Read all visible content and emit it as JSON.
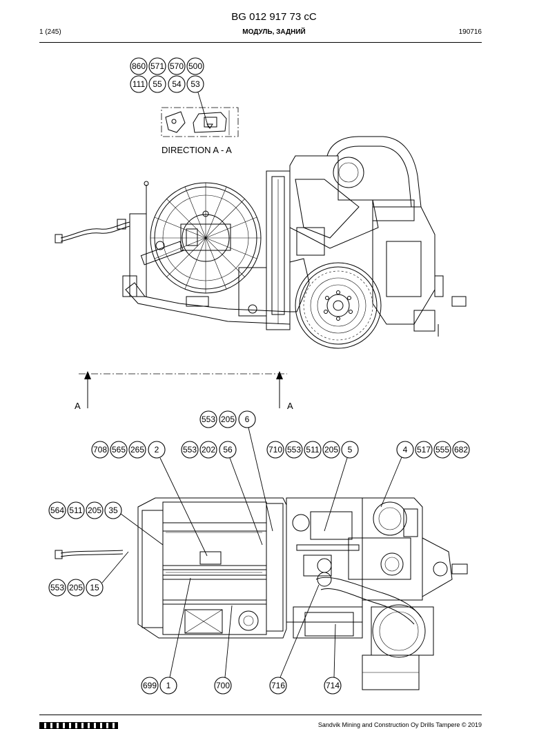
{
  "header": {
    "doc_number": "BG 012 917 73 cC",
    "page": "1 (245)",
    "title": "МОДУЛЬ, ЗАДНИЙ",
    "code": "190716"
  },
  "drawing": {
    "view_label": "DIRECTION A - A",
    "section_left": "A",
    "section_right": "A"
  },
  "callouts": {
    "c860": "860",
    "c571": "571",
    "c570": "570",
    "c500": "500",
    "c111": "111",
    "c55": "55",
    "c54": "54",
    "c53": "53",
    "r6a": "553",
    "r6b": "205",
    "r6c": "6",
    "r2a": "708",
    "r2b": "565",
    "r2c": "265",
    "r2d": "2",
    "r56a": "553",
    "r56b": "202",
    "r56c": "56",
    "r5a": "710",
    "r5b": "553",
    "r5c": "511",
    "r5d": "205",
    "r5e": "5",
    "r4a": "4",
    "r4b": "517",
    "r4c": "555",
    "r4d": "682",
    "r35a": "564",
    "r35b": "511",
    "r35c": "205",
    "r35d": "35",
    "r15a": "553",
    "r15b": "205",
    "r15c": "15",
    "b699": "699",
    "b1": "1",
    "b700": "700",
    "b716": "716",
    "b714": "714"
  },
  "footer": {
    "copyright": "Sandvik Mining and Construction Oy Drills Tampere © 2019"
  }
}
